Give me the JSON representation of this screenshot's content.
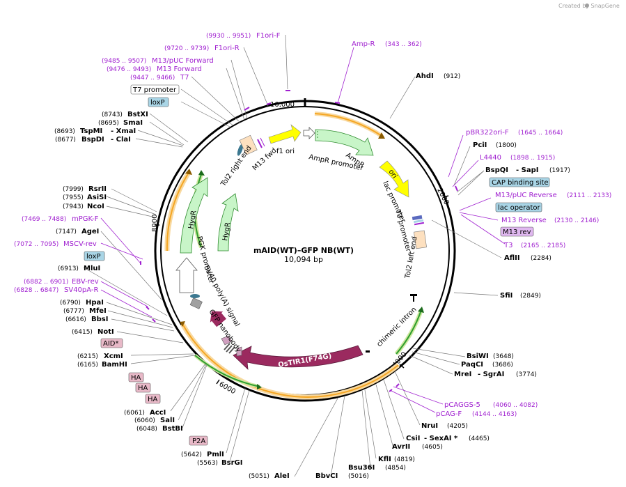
{
  "credit": "Created by SnapGene",
  "plasmid": {
    "name": "mAID(WT)–GFP NB(WT)",
    "length": "10,094 bp"
  },
  "ticks": [
    "10,000",
    "2000",
    "4000",
    "6000",
    "8000"
  ],
  "enzymes": {
    "AhdI": "AhdI",
    "AhdI_pos": "(912)",
    "PciI": "PciI",
    "PciI_pos": "(1800)",
    "BspQI": "BspQI",
    "SapI": "- SapI",
    "BspQI_pos": "(1917)",
    "AflII": "AflII",
    "AflII_pos": "(2284)",
    "SfiI": "SfiI",
    "SfiI_pos": "(2849)",
    "BsiWI": "BsiWI",
    "BsiWI_pos": "(3648)",
    "PaqCI": "PaqCI",
    "PaqCI_pos": "(3686)",
    "MreI": "MreI",
    "SgrAI": "- SgrAI",
    "MreI_pos": "(3774)",
    "NruI": "NruI",
    "NruI_pos": "(4205)",
    "CsiI": "CsiI",
    "SexAI": "- SexAI *",
    "CsiI_pos": "(4465)",
    "AvrII": "AvrII",
    "AvrII_pos": "(4605)",
    "KflI": "KflI",
    "KflI_pos": "(4819)",
    "Bsu36I": "Bsu36I",
    "Bsu36I_pos": "(4854)",
    "BbvCI": "BbvCI",
    "BbvCI_pos": "(5016)",
    "AleI": "AleI",
    "AleI_pos": "(5051)",
    "BsrGI": "BsrGI",
    "BsrGI_pos": "(5563)",
    "PmlI": "PmlI",
    "PmlI_pos": "(5642)",
    "BstBI": "BstBI",
    "BstBI_pos": "(6048)",
    "SalI": "SalI",
    "SalI_pos": "(6060)",
    "AccI": "AccI",
    "AccI_pos": "(6061)",
    "BamHI": "BamHI",
    "BamHI_pos": "(6165)",
    "XcmI": "XcmI",
    "XcmI_pos": "(6215)",
    "NotI": "NotI",
    "NotI_pos": "(6415)",
    "BbsI": "BbsI",
    "BbsI_pos": "(6616)",
    "MfeI": "MfeI",
    "MfeI_pos": "(6777)",
    "HpaI": "HpaI",
    "HpaI_pos": "(6790)",
    "MluI": "MluI",
    "MluI_pos": "(6913)",
    "AgeI": "AgeI",
    "AgeI_pos": "(7147)",
    "NcoI": "NcoI",
    "NcoI_pos": "(7943)",
    "AsiSI": "AsiSI",
    "AsiSI_pos": "(7955)",
    "RsrII": "RsrII",
    "RsrII_pos": "(7999)",
    "BspDI": "BspDI",
    "ClaI": "- ClaI",
    "BspDI_pos": "(8677)",
    "TspMI": "TspMI",
    "XmaI": "- XmaI",
    "TspMI_pos": "(8693)",
    "SmaI": "SmaI",
    "SmaI_pos": "(8695)",
    "BstXI": "BstXI",
    "BstXI_pos": "(8743)"
  },
  "primers": {
    "F1oriF": "F1ori-F",
    "F1oriF_pos": "(9930 .. 9951)",
    "F1oriR": "F1ori-R",
    "F1oriR_pos": "(9720 .. 9739)",
    "M13pUCF": "M13/pUC Forward",
    "M13pUCF_pos": "(9485 .. 9507)",
    "M13F": "M13 Forward",
    "M13F_pos": "(9476 .. 9493)",
    "T7": "T7",
    "T7_pos": "(9447 .. 9466)",
    "AmpR": "Amp-R",
    "AmpR_pos": "(343 .. 362)",
    "pBR322": "pBR322ori-F",
    "pBR322_pos": "(1645 .. 1664)",
    "L4440": "L4440",
    "L4440_pos": "(1898 .. 1915)",
    "M13pUCR": "M13/pUC Reverse",
    "M13pUCR_pos": "(2111 .. 2133)",
    "M13R": "M13 Reverse",
    "M13R_pos": "(2130 .. 2146)",
    "T3": "T3",
    "T3_pos": "(2165 .. 2185)",
    "pCAGGS5": "pCAGGS-5",
    "pCAGGS5_pos": "(4060 .. 4082)",
    "pCAGF": "pCAG-F",
    "pCAGF_pos": "(4144 .. 4163)",
    "SV40pAR": "SV40pA-R",
    "SV40pAR_pos": "(6828 .. 6847)",
    "EBVrev": "EBV-rev",
    "EBVrev_pos": "(6882 .. 6901)",
    "MSCVrev": "MSCV-rev",
    "MSCVrev_pos": "(7072 .. 7095)",
    "mPGKF": "mPGK-F",
    "mPGKF_pos": "(7469 .. 7488)"
  },
  "boxes": {
    "T7promoter": "T7 promoter",
    "loxP1": "loxP",
    "CAP": "CAP binding site",
    "lacOp": "lac operator",
    "M13rev": "M13 rev",
    "loxP2": "loxP",
    "AID": "AID*",
    "HA1": "HA",
    "HA2": "HA",
    "HA3": "HA",
    "P2A": "P2A"
  },
  "features": {
    "f1ori": "f1 ori",
    "AmpRpromoter": "AmpR promoter",
    "AmpR": "AmpR",
    "ori": "ori",
    "lacPromoter": "lac promoter",
    "T3promoter": "T3 promoter",
    "Tol2left": "Tol2 left end",
    "chimericIntron": "chimeric intron",
    "OsTIR1": "OsTIR1(F74G)",
    "GFPnano": "GFP nanobody",
    "SV40polyA": "SV40 poly(A) signal",
    "PGK": "PGK promoter",
    "HygR1": "HygR",
    "HygR2": "HygR",
    "Tol2right": "Tol2 right end",
    "M13fwd": "M13 fwd"
  },
  "colors": {
    "backbone": "#000000",
    "primer": "#a020d0",
    "amp": "#c8f5c8",
    "ori": "#ffff00",
    "osTIR1": "#9b2a5f",
    "orange": "#f5a623",
    "green": "#2e9e2e",
    "loxp": "#a9d5e6",
    "tag": "#e8b9c8"
  }
}
